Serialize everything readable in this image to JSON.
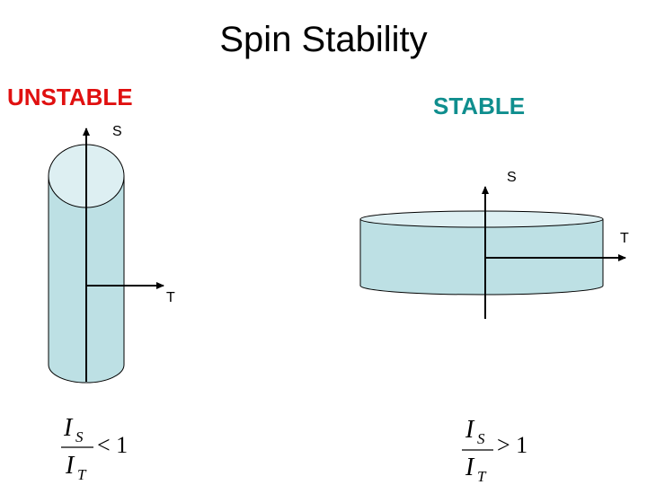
{
  "title": "Spin Stability",
  "unstable": {
    "label": "UNSTABLE",
    "label_color": "#e01010",
    "axis_spin": "S",
    "axis_transverse": "T",
    "ratio": {
      "num_I": "I",
      "num_sub": "S",
      "den_I": "I",
      "den_sub": "T",
      "relation": "< 1"
    }
  },
  "stable": {
    "label": "STABLE",
    "label_color": "#0f8e8e",
    "axis_spin": "S",
    "axis_transverse": "T",
    "ratio": {
      "num_I": "I",
      "num_sub": "S",
      "den_I": "I",
      "den_sub": "T",
      "relation": "> 1"
    }
  },
  "colors": {
    "cylinder_fill": "#bde0e4",
    "cylinder_top": "#ddeff2",
    "outline": "#000000"
  }
}
